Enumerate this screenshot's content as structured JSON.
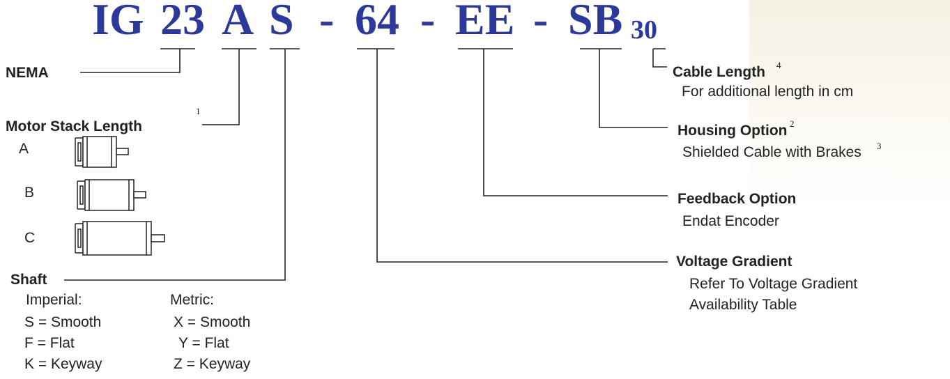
{
  "code": {
    "ig": "IG",
    "nema": "23",
    "stack": "A",
    "shaft": "S",
    "dash1": "-",
    "voltage": "64",
    "dash2": "-",
    "feedback": "EE",
    "dash3": "-",
    "housing": "SB",
    "cable": "30"
  },
  "labels": {
    "nema": "NEMA",
    "stack": "Motor Stack Length",
    "stack_note": "1",
    "stack_options": [
      "A",
      "B",
      "C"
    ],
    "shaft": "Shaft",
    "imperial_header": "Imperial:",
    "imperial": [
      "S = Smooth",
      "F = Flat",
      "K = Keyway"
    ],
    "metric_header": "Metric:",
    "metric": [
      "X = Smooth",
      "Y = Flat",
      "Z = Keyway"
    ],
    "cable": "Cable Length",
    "cable_note": "4",
    "cable_desc": "For additional length in cm",
    "housing": "Housing Option",
    "housing_note": "2",
    "housing_desc": "Shielded Cable with Brakes",
    "housing_desc_note": "3",
    "feedback": "Feedback Option",
    "feedback_desc": "Endat Encoder",
    "voltage": "Voltage Gradient",
    "voltage_desc1": "Refer To Voltage Gradient",
    "voltage_desc2": "Availability Table"
  },
  "colors": {
    "code": "#2b3a98",
    "line": "#222222"
  }
}
